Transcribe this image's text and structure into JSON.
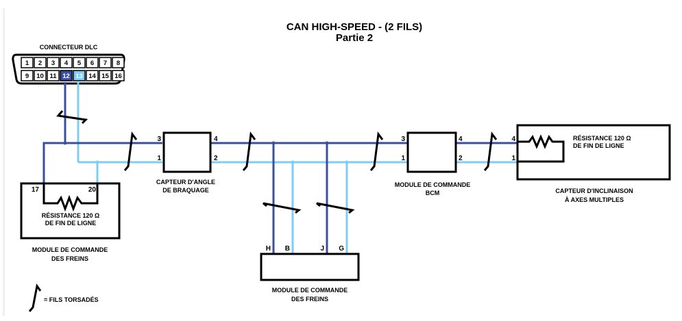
{
  "title": {
    "line1": "CAN HIGH-SPEED - (2 FILS)",
    "line2": "Partie 2"
  },
  "colors": {
    "can_high": "#3a4fa0",
    "can_low": "#7fcdf2",
    "outline": "#000000",
    "background": "#ffffff"
  },
  "dlc": {
    "label": "CONNECTEUR DLC",
    "row1": [
      "1",
      "2",
      "3",
      "4",
      "5",
      "6",
      "7",
      "8"
    ],
    "row2": [
      "9",
      "10",
      "11",
      "12",
      "13",
      "14",
      "15",
      "16"
    ],
    "highlight_high": "12",
    "highlight_low": "13"
  },
  "modules": {
    "brakes_left": {
      "label1": "MODULE DE COMMANDE",
      "label2": "DES FREINS",
      "pin_high": "17",
      "pin_low": "20",
      "resistor1": "RÉSISTANCE 120 Ω",
      "resistor2": "DE FIN DE LIGNE"
    },
    "steering": {
      "label1": "CAPTEUR D'ANGLE",
      "label2": "DE BRAQUAGE",
      "pin_in_high": "3",
      "pin_in_low": "1",
      "pin_out_high": "4",
      "pin_out_low": "2"
    },
    "brakes_bottom": {
      "label1": "MODULE DE COMMANDE",
      "label2": "DES FREINS",
      "pins": [
        "H",
        "B",
        "J",
        "G"
      ]
    },
    "bcm": {
      "label1": "MODULE DE COMMANDE",
      "label2": "BCM",
      "pin_in_high": "3",
      "pin_in_low": "1",
      "pin_out_high": "4",
      "pin_out_low": "2"
    },
    "tilt": {
      "label1": "CAPTEUR D'INCLINAISON",
      "label2": "À AXES MULTIPLES",
      "pin_high": "4",
      "pin_low": "1",
      "resistor1": "RÉSISTANCE 120 Ω",
      "resistor2": "DE FIN DE LIGNE"
    }
  },
  "legend": {
    "text": "= FILS TORSADÉS",
    "icon": "twisted-pair-icon"
  }
}
